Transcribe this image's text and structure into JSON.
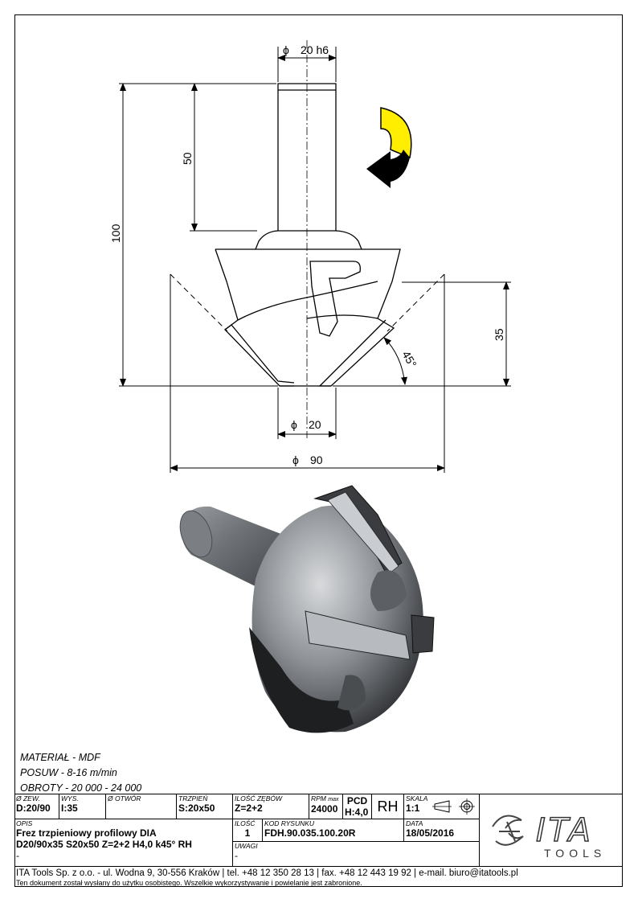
{
  "drawing": {
    "dim_shank_diameter": "20 h6",
    "dim_shank_length": "50",
    "dim_total_length": "100",
    "dim_cut_height": "35",
    "dim_angle": "45°",
    "dim_bottom_diameter": "20",
    "dim_cutting_diameter": "90",
    "diameter_symbol": "ϕ",
    "rotation_icon": "rotation-direction-arrow-icon",
    "colors": {
      "rotation_yellow": "#ffee00",
      "line": "#000000"
    }
  },
  "notes": {
    "material": "MATERIAŁ - MDF",
    "feed": "POSUW - 8-16 m/min",
    "speed": "OBROTY - 20 000 - 24 000"
  },
  "title_block": {
    "dzew_label": "Ø ZEW.",
    "dzew_value": "D:20/90",
    "wys_label": "WYS.",
    "wys_value": "I:35",
    "otwor_label": "Ø OTWÓR",
    "otwor_value": "",
    "trzpien_label": "TRZPIEŃ",
    "trzpien_value": "S:20x50",
    "zeby_label": "ILOŚĆ ZĘBÓW",
    "zeby_value": "Z=2+2",
    "rpm_label": "RPM",
    "rpm_sub": "max",
    "rpm_value": "24000",
    "pcd_label": "PCD",
    "pcd_value": "H:4,0",
    "rh": "RH",
    "skala_label": "SKALA",
    "skala_value": "1:1",
    "opis_label": "OPIS",
    "opis_line1": "Frez trzpieniowy profilowy DIA",
    "opis_line2": "D20/90x35 S20x50 Z=2+2 H4,0 k45° RH",
    "opis_line3": "-",
    "ilosc_label": "ILOŚĆ",
    "ilosc_value": "1",
    "kod_label": "KOD RYSUNKU",
    "kod_value": "FDH.90.035.100.20R",
    "data_label": "DATA",
    "data_value": "18/05/2016",
    "uwagi_label": "UWAGI",
    "uwagi_value": "-",
    "logo_text": "ITA",
    "logo_sub": "TOOLS"
  },
  "footer": {
    "line1": "ITA Tools Sp. z o.o. - ul. Wodna 9, 30-556 Kraków | tel. +48 12 350 28 13 | fax. +48 12 443 19 92 | e-mail. biuro@itatools.pl",
    "line2": "Ten dokument został wysłany do użytku osobistego. Wszelkie wykorzystywanie i powielanie jest zabronione."
  }
}
